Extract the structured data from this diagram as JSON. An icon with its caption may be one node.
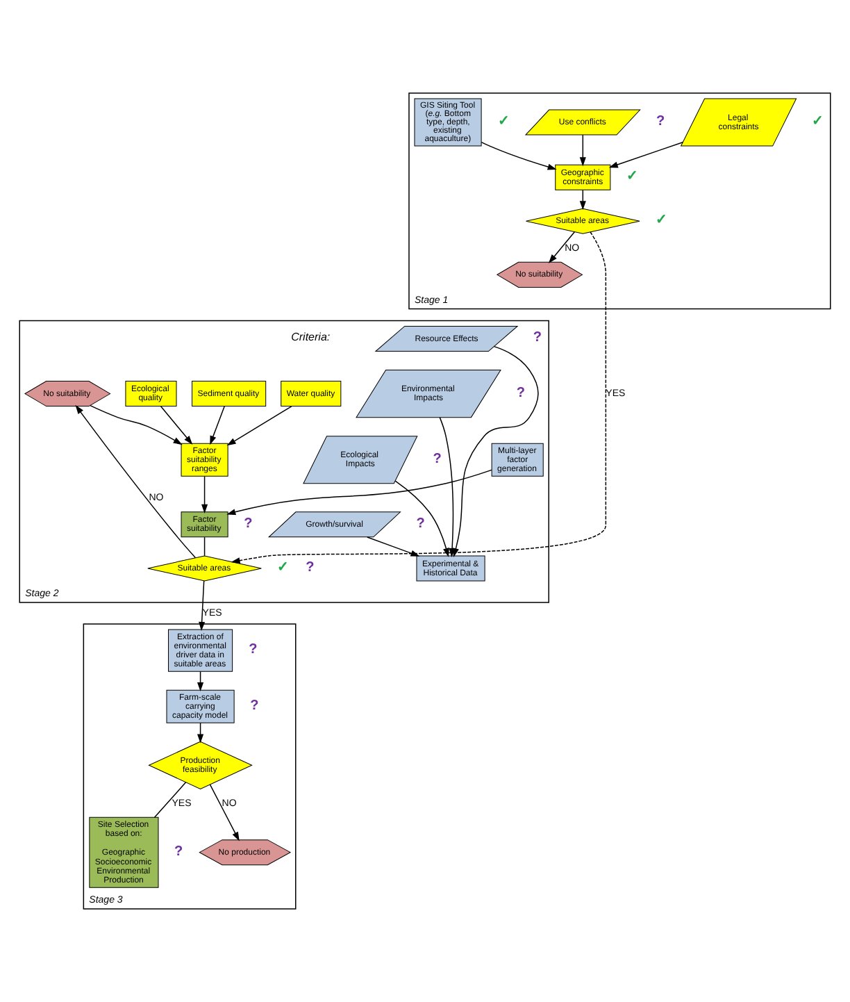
{
  "diagram": {
    "nodes": [
      {
        "text": [
          "Stage 1"
        ]
      },
      {
        "text": [
          "Legal constraints"
        ],
        "in": 0,
        "beside": [
          "✓"
        ]
      },
      {
        "text": [
          "Use conflicts"
        ],
        "in": 0,
        "beside": [
          "?"
        ]
      },
      {
        "text": [
          "Geographic constraints"
        ],
        "in": 0,
        "beside": [
          "✓"
        ]
      },
      {
        "text": [
          "GIS Siting Tool (*e.g.* Bottom type, depth, existing aquaculture)"
        ],
        "in": 0,
        "beside": [
          "✓"
        ]
      },
      {
        "text": [
          "Suitable areas"
        ],
        "in": 0,
        "beside": [
          "✓"
        ]
      },
      {
        "text": [
          "No suitability"
        ],
        "in": 0
      },
      {
        "text": [
          "Stage 2"
        ]
      },
      {
        "text": [
          "Resource Effects"
        ],
        "in": 7,
        "beside": [
          "?"
        ]
      },
      {
        "text": [
          "Environmental Impacts"
        ],
        "in": 7,
        "beside": [
          "?"
        ]
      },
      {
        "text": [
          "Ecological Impacts"
        ],
        "in": 7,
        "beside": [
          "?"
        ]
      },
      {
        "text": [
          "Growth/survival"
        ],
        "in": 7,
        "beside": [
          "?"
        ]
      },
      {
        "text": [
          "Experimental & Historical Data"
        ],
        "in": 7
      },
      {
        "text": [
          "Water quality"
        ],
        "in": 7
      },
      {
        "text": [
          "Sediment quality"
        ],
        "in": 7
      },
      {
        "text": [
          "Ecological quality"
        ],
        "in": 7
      },
      {
        "text": [
          "Factor suitability ranges"
        ],
        "in": 7
      },
      {
        "text": [
          "Multi-layer factor generation"
        ],
        "in": 7
      },
      {
        "text": [
          "Factor suitability"
        ],
        "in": 7,
        "beside": [
          "?"
        ]
      },
      {
        "text": [
          "Suitable areas"
        ],
        "in": 7,
        "beside": [
          "✓",
          "?"
        ]
      },
      {
        "text": [
          "No suitability"
        ],
        "in": 7
      },
      {
        "text": [
          "Stage 3"
        ]
      },
      {
        "text": [
          "Site Selection based on:",
          "Geographic Socioeconomic Environmental Production"
        ],
        "in": 21,
        "beside": [
          "?"
        ]
      },
      {
        "text": [
          "No production"
        ],
        "in": 21
      },
      {
        "text": [
          "Production feasibility"
        ],
        "in": 21
      },
      {
        "text": [
          "Farm-scale carrying capacity model"
        ],
        "in": 21,
        "beside": [
          "?"
        ]
      },
      {
        "text": [
          "Extraction of environmental driver data in suitable areas"
        ],
        "in": 21,
        "beside": [
          "?"
        ]
      }
    ],
    "edges": [
      {
        "from": 1,
        "to": 3,
        "arrow": "to"
      },
      {
        "from": 2,
        "to": 3,
        "arrow": "to"
      },
      {
        "from": 4,
        "to": 3,
        "arrow": "to"
      },
      {
        "from": 3,
        "to": 5,
        "arrow": "to"
      },
      {
        "from": 5,
        "to": 6,
        "arrow": "to",
        "label": "NO"
      },
      {
        "from": 5,
        "to": 19,
        "arrow": "to",
        "label": "YES",
        "style": "dashed"
      },
      {
        "from": 8,
        "to": 12,
        "arrow": "to"
      },
      {
        "from": 9,
        "to": 12,
        "arrow": "to"
      },
      {
        "from": 10,
        "to": 12,
        "arrow": "to"
      },
      {
        "from": 11,
        "to": 12,
        "arrow": "to"
      },
      {
        "from": 13,
        "to": 16,
        "arrow": "to"
      },
      {
        "from": 14,
        "to": 16,
        "arrow": "to"
      },
      {
        "from": 15,
        "to": 16,
        "arrow": "to"
      },
      {
        "from": 20,
        "to": 16,
        "arrow": "to"
      },
      {
        "from": 16,
        "to": 18,
        "arrow": "to"
      },
      {
        "from": 17,
        "to": 18,
        "arrow": "to"
      },
      {
        "from": 18,
        "to": 19,
        "arrow": "none"
      },
      {
        "from": 19,
        "to": 20,
        "arrow": "to",
        "label": "NO"
      },
      {
        "from": 19,
        "to": 26,
        "arrow": "to",
        "label": "YES"
      },
      {
        "from": 26,
        "to": 25,
        "arrow": "to"
      },
      {
        "from": 25,
        "to": 24,
        "arrow": "to"
      },
      {
        "from": 24,
        "to": 23,
        "arrow": "to",
        "label": "NO"
      },
      {
        "from": 24,
        "to": 22,
        "arrow": "none",
        "label": "YES"
      }
    ],
    "labels": [
      "Criteria:"
    ]
  }
}
